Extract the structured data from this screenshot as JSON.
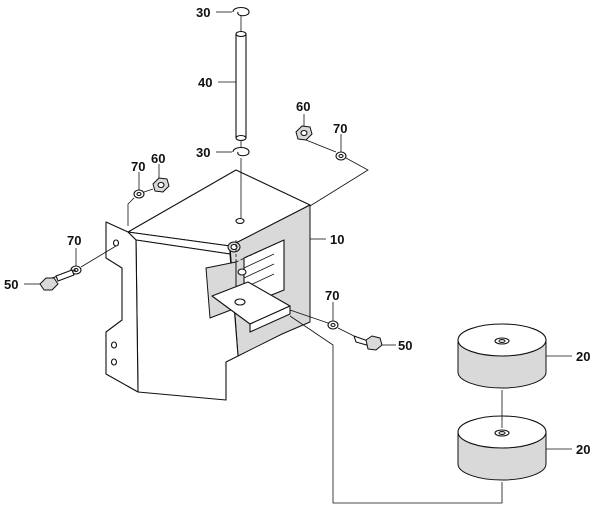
{
  "callouts": [
    {
      "id": "c30a",
      "text": "30"
    },
    {
      "id": "c40",
      "text": "40"
    },
    {
      "id": "c60a",
      "text": "60"
    },
    {
      "id": "c70a",
      "text": "70"
    },
    {
      "id": "c30b",
      "text": "30"
    },
    {
      "id": "c70b",
      "text": "70"
    },
    {
      "id": "c60b",
      "text": "60"
    },
    {
      "id": "c10",
      "text": "10"
    },
    {
      "id": "c70c",
      "text": "70"
    },
    {
      "id": "c50a",
      "text": "50"
    },
    {
      "id": "c70d",
      "text": "70"
    },
    {
      "id": "c50b",
      "text": "50"
    },
    {
      "id": "c20a",
      "text": "20"
    },
    {
      "id": "c20b",
      "text": "20"
    }
  ],
  "colors": {
    "line": "#111111",
    "fill": "#ffffff",
    "shade": "#d9d9d9"
  }
}
